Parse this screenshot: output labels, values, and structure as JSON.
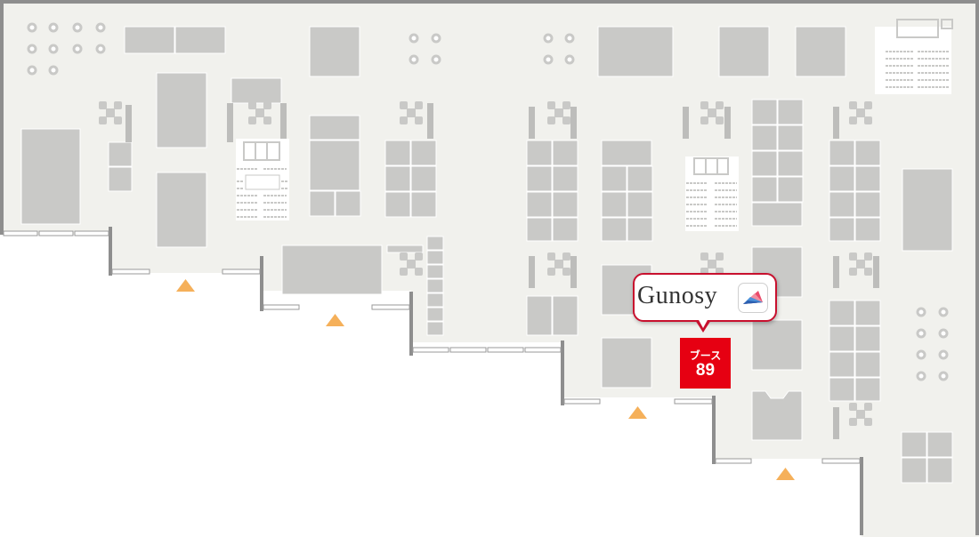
{
  "booth": {
    "company": "Gunosy",
    "label": "ブース",
    "number": "89",
    "highlight_color": "#e60012",
    "logo_icon": "gunosy-logo-icon"
  },
  "map": {
    "floor_color": "#f1f1ed",
    "wall_color": "#8e8e8e",
    "booth_color": "#c9c9c7",
    "entrance_marker_color": "#f5b05a",
    "icons": [
      "round-table-icon",
      "sofa-set-icon",
      "seating-rows-icon",
      "entrance-arrow-icon"
    ]
  }
}
